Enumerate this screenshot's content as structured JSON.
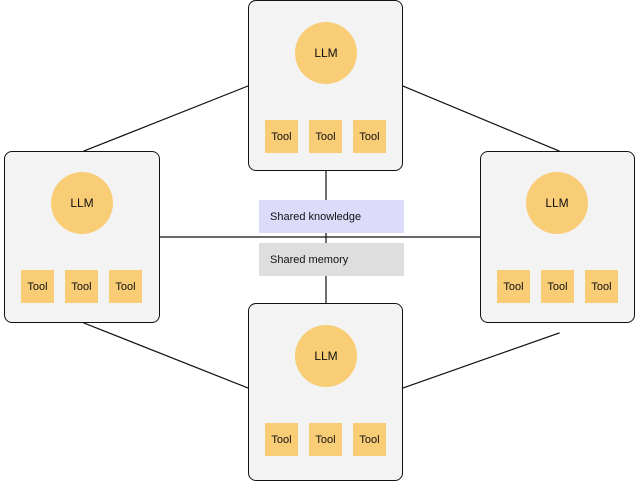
{
  "diagram": {
    "agents": [
      {
        "id": "top",
        "llm_label": "LLM",
        "tools": [
          "Tool",
          "Tool",
          "Tool"
        ]
      },
      {
        "id": "left",
        "llm_label": "LLM",
        "tools": [
          "Tool",
          "Tool",
          "Tool"
        ]
      },
      {
        "id": "right",
        "llm_label": "LLM",
        "tools": [
          "Tool",
          "Tool",
          "Tool"
        ]
      },
      {
        "id": "bottom",
        "llm_label": "LLM",
        "tools": [
          "Tool",
          "Tool",
          "Tool"
        ]
      }
    ],
    "shared_resources": [
      {
        "id": "knowledge",
        "label": "Shared knowledge",
        "color": "#dcdcfa"
      },
      {
        "id": "memory",
        "label": "Shared memory",
        "color": "#dedede"
      }
    ],
    "colors": {
      "llm": "#f8cd76",
      "tool": "#f8cd76",
      "agent_background": "#f4f3f3",
      "outline": "#111111"
    }
  }
}
